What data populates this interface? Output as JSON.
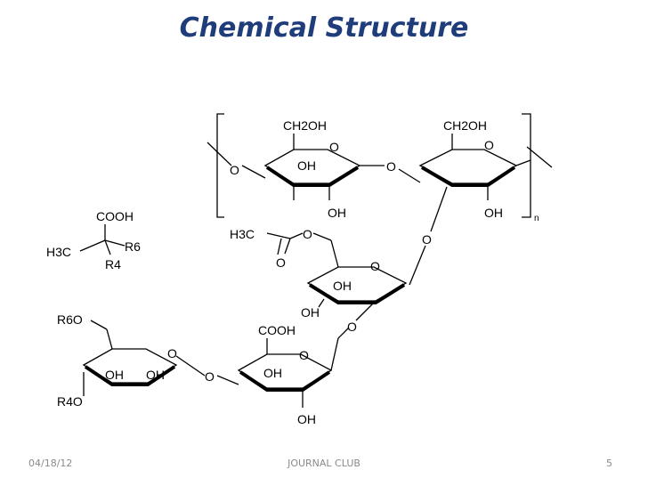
{
  "slide": {
    "title": "Chemical Structure",
    "footer_date": "04/18/12",
    "footer_center": "JOURNAL CLUB",
    "page_number": "5",
    "title_color": "#1f3d7a"
  },
  "structure": {
    "top_left_ring": {
      "substituent": "CH2OH",
      "ring_oxygen": "O",
      "hydroxyl_1": "OH",
      "hydroxyl_2": "OH"
    },
    "top_right_ring": {
      "substituent": "CH2OH",
      "ring_oxygen": "O",
      "hydroxyl_1": "OH"
    },
    "linkers": {
      "left_O": "O",
      "middle_O": "O",
      "right_O": "O"
    },
    "repeat_subscript": "n",
    "pyruvate": {
      "acid": "COOH",
      "methyl": "H3C",
      "r6": "R6",
      "r4": "R4"
    },
    "acetyl_ring": {
      "methyl": "H3C",
      "ester_O": "O",
      "carbonyl_O": "O",
      "ring_oxygen": "O",
      "hydroxyl_1": "OH",
      "hydroxyl_2": "OH",
      "link_O": "O"
    },
    "bottom_left_ring": {
      "r6o": "R6O",
      "r4o": "R4O",
      "hydroxyl_1": "OH",
      "hydroxyl_2": "OH",
      "ring_oxygen": "O",
      "link_O": "O"
    },
    "bottom_right_ring": {
      "acid": "COOH",
      "ring_oxygen": "O",
      "hydroxyl_1": "OH",
      "hydroxyl_2": "OH"
    }
  }
}
